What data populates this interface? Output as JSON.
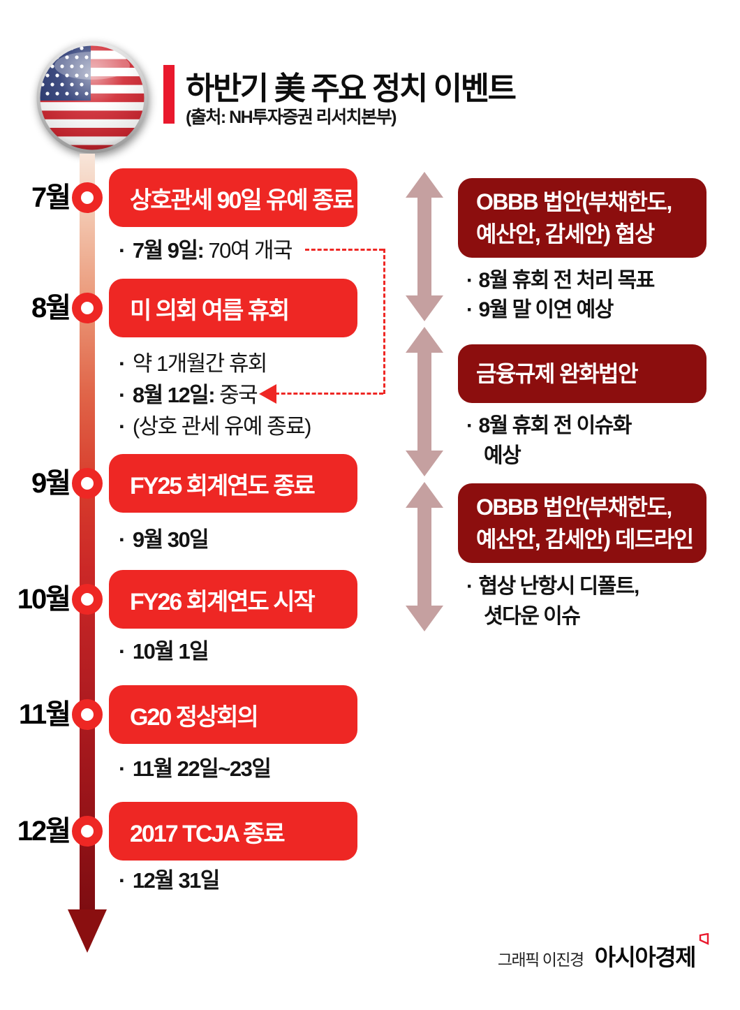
{
  "header": {
    "title": "하반기 美 주요 정치 이벤트",
    "source": "(출처: NH투자증권 리서치본부)"
  },
  "timeline": {
    "months": [
      {
        "label": "7월",
        "event": "상호관세 90일 유예 종료",
        "bullets": [
          {
            "b": "7월 9일:",
            "t": " 70여 개국"
          }
        ]
      },
      {
        "label": "8월",
        "event": "미 의회 여름 휴회",
        "bullets": [
          {
            "b": "",
            "t": "약 1개월간 휴회"
          },
          {
            "b": "8월 12일:",
            "t": " 중국"
          },
          {
            "b": "",
            "t": "(상호 관세 유예 종료)"
          }
        ]
      },
      {
        "label": "9월",
        "event": "FY25 회계연도 종료",
        "bullets": [
          {
            "b": "9월 30일",
            "t": ""
          }
        ]
      },
      {
        "label": "10월",
        "event": "FY26 회계연도 시작",
        "bullets": [
          {
            "b": "10월 1일",
            "t": ""
          }
        ]
      },
      {
        "label": "11월",
        "event": "G20 정상회의",
        "bullets": [
          {
            "b": "11월 22일~23일",
            "t": ""
          }
        ]
      },
      {
        "label": "12월",
        "event": "2017 TCJA 종료",
        "bullets": [
          {
            "b": "12월 31일",
            "t": ""
          }
        ]
      }
    ]
  },
  "side_panels": [
    {
      "title_lines": [
        "OBBB 법안(부채한도,",
        "예산안, 감세안) 협상"
      ],
      "bullets": [
        {
          "lines": [
            "8월 휴회 전 처리 목표"
          ]
        },
        {
          "lines": [
            "9월 말 이연 예상"
          ]
        }
      ]
    },
    {
      "title_lines": [
        "금융규제 완화법안"
      ],
      "bullets": [
        {
          "lines": [
            "8월 휴회 전 이슈화",
            "예상"
          ]
        }
      ]
    },
    {
      "title_lines": [
        "OBBB 법안(부채한도,",
        "예산안, 감세안) 데드라인"
      ],
      "bullets": [
        {
          "lines": [
            "협상 난항시 디폴트,",
            "셧다운 이슈"
          ]
        }
      ]
    }
  ],
  "footer": {
    "credit": "그래픽 이진경",
    "brand": "아시아경제"
  },
  "colors": {
    "bright_red": "#ee2724",
    "dark_red": "#8c0e0e",
    "arrow_pink": "#c5a0a0",
    "accent_red": "#e9192d",
    "dash_red": "#e8272b"
  }
}
